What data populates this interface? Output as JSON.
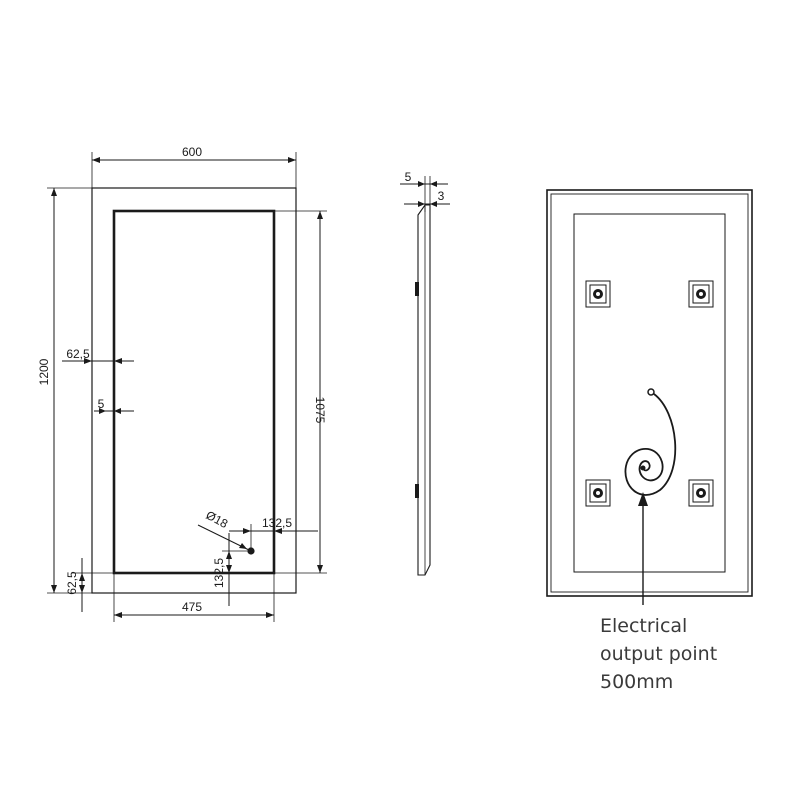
{
  "front_view": {
    "dim_width": "600",
    "dim_height": "1200",
    "dim_glass_height": "1075",
    "dim_border_side": "62,5",
    "dim_gap": "5",
    "dim_hole_diameter": "Ø18",
    "dim_hole_offset_x": "132,5",
    "dim_hole_offset_y": "132,5",
    "dim_border_bottom": "62,5",
    "dim_glass_width": "475"
  },
  "side_view": {
    "dim_depth_total": "5",
    "dim_depth_glass": "3"
  },
  "rear_view": {
    "callout_line1": "Electrical",
    "callout_line2": "output point",
    "callout_line3": "500mm"
  }
}
